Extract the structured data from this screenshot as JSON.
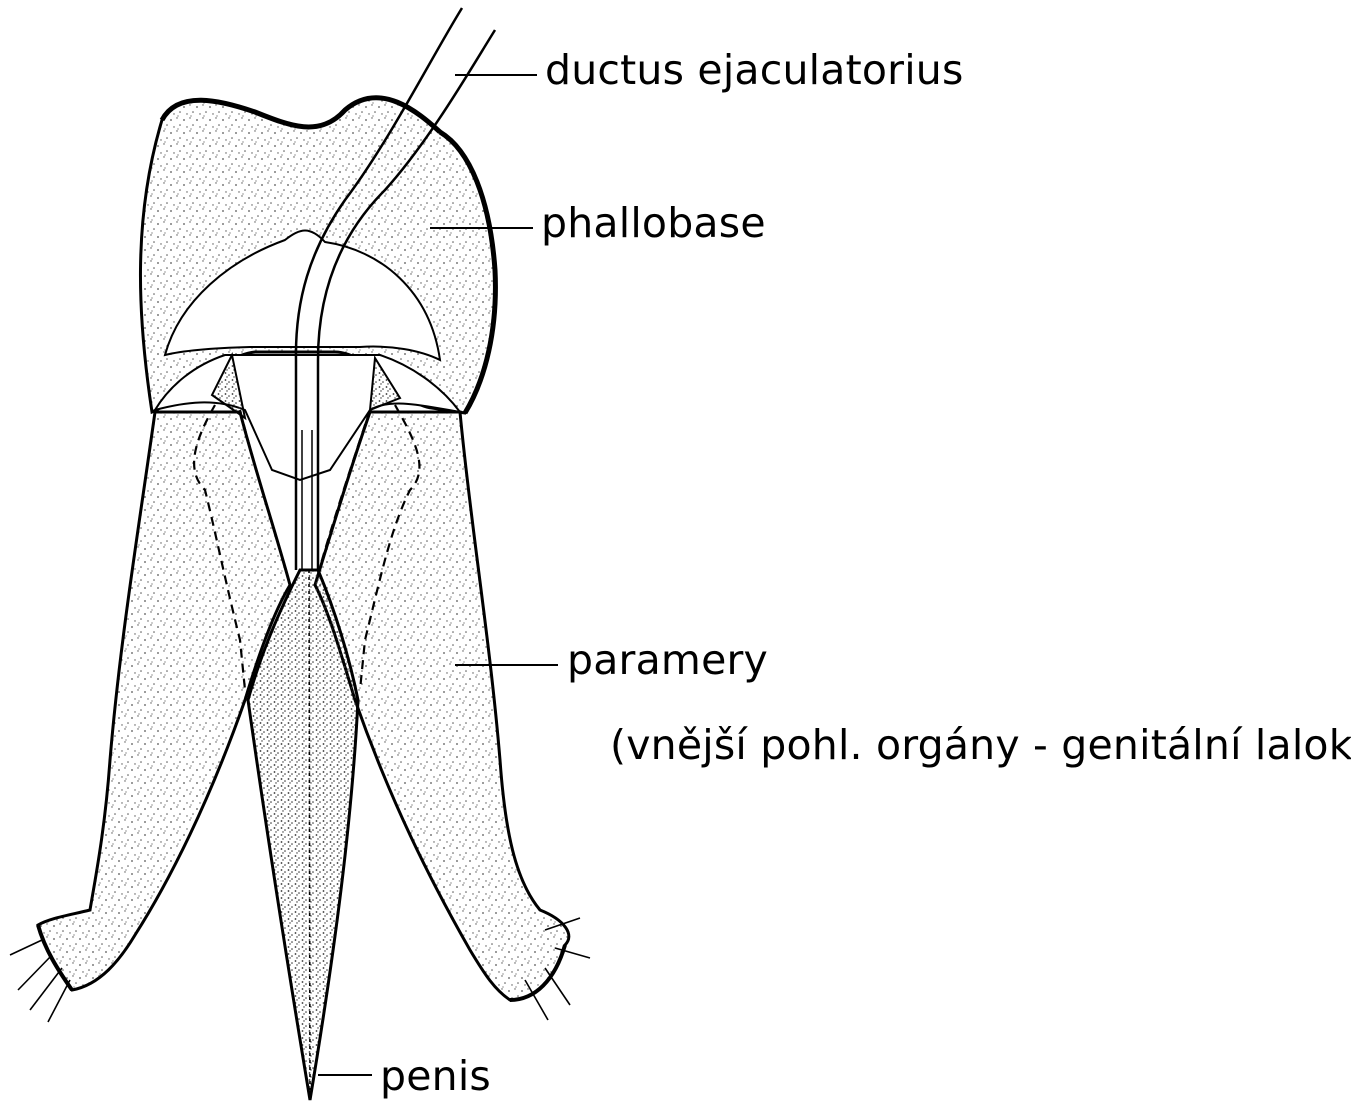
{
  "labels": {
    "ductus": "ductus ejaculatorius",
    "phallobase": "phallobase",
    "paramery": "paramery",
    "paramery_note": "(vnější pohl. orgány - genitální laloky)",
    "penis": "penis"
  },
  "colors": {
    "line": "#000000",
    "stipple": "#555555",
    "background": "#ffffff"
  }
}
